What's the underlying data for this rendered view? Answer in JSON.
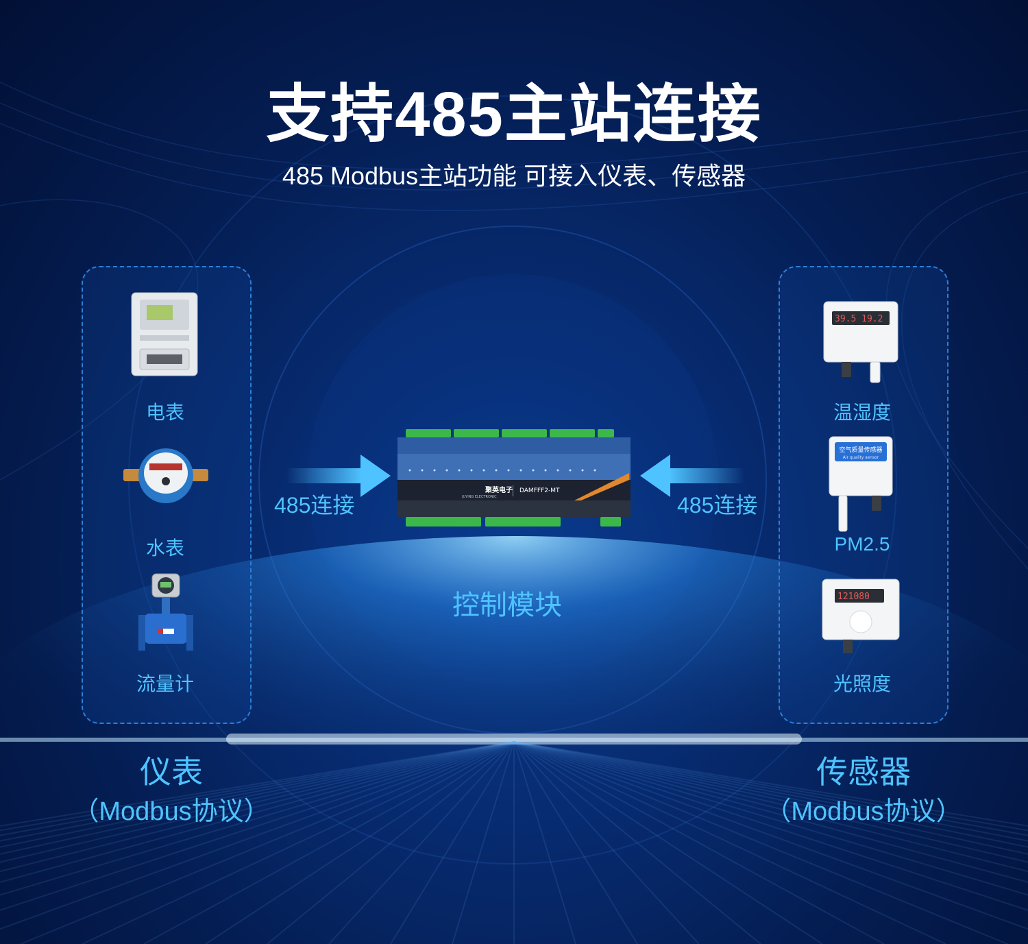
{
  "header": {
    "title": "支持485主站连接",
    "subtitle": "485 Modbus主站功能  可接入仪表、传感器"
  },
  "left_group": {
    "devices": [
      {
        "label": "电表",
        "icon": "electric-meter-icon"
      },
      {
        "label": "水表",
        "icon": "water-meter-icon"
      },
      {
        "label": "流量计",
        "icon": "flow-meter-icon"
      }
    ],
    "title": "仪表",
    "subtitle": "（Modbus协议）"
  },
  "right_group": {
    "devices": [
      {
        "label": "温湿度",
        "icon": "temp-humidity-sensor-icon",
        "display": "39.5 19.2"
      },
      {
        "label": "PM2.5",
        "icon": "air-quality-sensor-icon",
        "panel_title": "空气质量传感器",
        "panel_sub": "Air quality sensor"
      },
      {
        "label": "光照度",
        "icon": "light-sensor-icon",
        "display": "121080"
      }
    ],
    "title": "传感器",
    "subtitle": "（Modbus协议）"
  },
  "connection": {
    "left_label": "485连接",
    "right_label": "485连接"
  },
  "module": {
    "label": "控制模块",
    "brand": "聚英电子",
    "brand_en": "JUYING ELECTRONIC",
    "model": "DAMFFF2-MT"
  },
  "colors": {
    "accent": "#4fc3ff",
    "background": "#05215c",
    "panel_border": "#2d7fd6"
  }
}
